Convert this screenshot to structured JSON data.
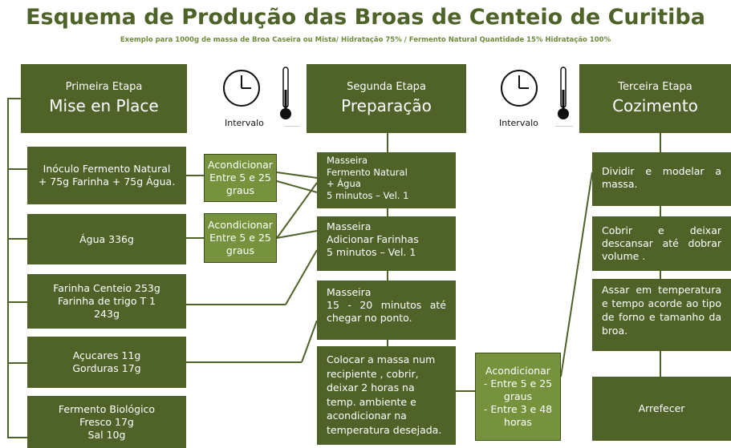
{
  "title": "Esquema de Produção das Broas de Centeio de Curitiba",
  "subtitle": "Exemplo para 1000g de massa de Broa Caseira ou Mista/ Hidratação 75% / Fermento Natural Quantidade 15% Hidratação 100%",
  "stages": [
    {
      "label": "Primeira Etapa",
      "name": "Mise en Place"
    },
    {
      "label": "Segunda Etapa",
      "name": "Preparação"
    },
    {
      "label": "Terceira Etapa",
      "name": "Cozimento"
    }
  ],
  "interval_label": "Intervalo",
  "icons": [
    "clock-icon",
    "thermometer-icon"
  ],
  "ingredients": [
    [
      "Inóculo Fermento Natural",
      "+ 75g Farinha + 75g Água."
    ],
    [
      "Água 336g"
    ],
    [
      "Farinha Centeio 253g",
      "Farinha de trigo T 1",
      "243g"
    ],
    [
      "Açucares 11g",
      "Gorduras 17g"
    ],
    [
      "Fermento Biológico",
      "Fresco 17g",
      "Sal 10g"
    ]
  ],
  "conditioning_short": [
    "Acondicionar",
    "Entre 5 e 25",
    "graus"
  ],
  "conditioning_long": [
    "Acondicionar",
    "- Entre 5 e 25",
    "graus",
    "- Entre 3 e 48",
    "horas"
  ],
  "prep_steps": [
    [
      "Masseira",
      "Fermento Natural",
      "+ Água",
      "5 minutos – Vel. 1"
    ],
    [
      "Masseira",
      "Adicionar Farinhas",
      "5 minutos – Vel. 1"
    ],
    [
      "Masseira",
      "15 - 20 minutos até chegar no ponto."
    ],
    [
      "Colocar a massa num recipiente , cobrir, deixar 2 horas na temp. ambiente e acondicionar na temperatura desejada."
    ]
  ],
  "cook_steps": [
    "Dividir e modelar a massa.",
    "Cobrir e deixar descansar até dobrar volume .",
    "Assar em temperatura e tempo acorde ao tipo de forno e tamanho da broa.",
    "Arrefecer"
  ],
  "colors": {
    "dark_green": "#4f6228",
    "light_green": "#76923c",
    "title_green": "#4d6327"
  }
}
